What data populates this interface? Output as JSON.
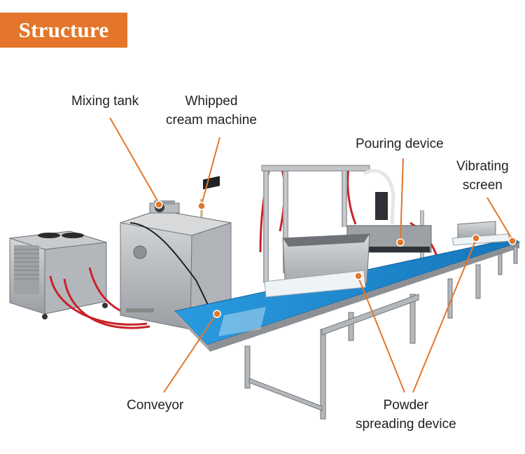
{
  "header": {
    "title": "Structure"
  },
  "labels": {
    "mixing_tank": "Mixing tank",
    "whipped_cream": {
      "line1": "Whipped",
      "line2": "cream machine"
    },
    "pouring_device": "Pouring device",
    "vibrating_screen": {
      "line1": "Vibrating",
      "line2": "screen"
    },
    "conveyor": "Conveyor",
    "powder_spreading": {
      "line1": "Powder",
      "line2": "spreading device"
    }
  },
  "colors": {
    "accent": "#e3762a",
    "leader_line": "#e3762a",
    "belt": "#1f8fd6",
    "steel": "#b9bcbf",
    "hose": "#c8232a"
  }
}
